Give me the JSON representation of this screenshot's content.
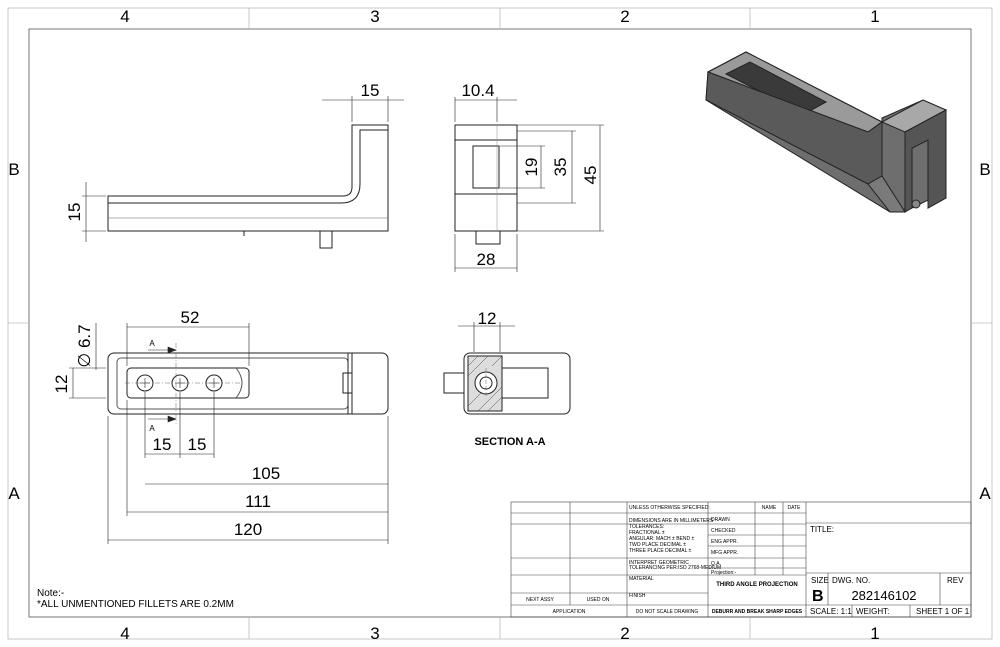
{
  "zones": {
    "columns": [
      "4",
      "3",
      "2",
      "1"
    ],
    "rows": [
      "B",
      "A"
    ]
  },
  "views": {
    "front": {
      "dim_top_width": "15",
      "dim_left_height": "15"
    },
    "side": {
      "dim_top_width": "10.4",
      "dim_inner_height": "19",
      "dim_mid_height": "35",
      "dim_total_height": "45",
      "dim_bottom_width": "28"
    },
    "top": {
      "dim_52": "52",
      "dim_diameter": "6.7",
      "diameter_symbol": "∅",
      "dim_12": "12",
      "dim_15a": "15",
      "dim_15b": "15",
      "dim_105": "105",
      "dim_111": "111",
      "dim_120": "120",
      "section_marker": "A"
    },
    "section": {
      "dim_top_width": "12",
      "label": "SECTION A-A"
    }
  },
  "note": {
    "line1": "Note:-",
    "line2": "*ALL UNMENTIONED FILLETS ARE 0.2MM"
  },
  "title_block": {
    "unless": "UNLESS OTHERWISE SPECIFIED:",
    "name": "NAME",
    "date": "DATE",
    "dimensions": "DIMENSIONS ARE IN MILLIMETERS",
    "tolerances": "TOLERANCES:",
    "fractional": "FRACTIONAL ±",
    "angular": "ANGULAR: MACH ±    BEND ±",
    "two_place": "TWO PLACE DECIMAL    ±",
    "three_place": "THREE PLACE DECIMAL  ±",
    "interpret": "INTERPRET GEOMETRIC",
    "tolerancing": "TOLERANCING PER:ISO 2768-MEDIUM",
    "material": "MATERIAL",
    "finish": "FINISH",
    "do_not_scale": "DO NOT SCALE DRAWING",
    "next_assy": "NEXT ASSY",
    "used_on": "USED ON",
    "application": "APPLICATION",
    "drawn": "DRAWN",
    "checked": "CHECKED",
    "eng_appr": "ENG APPR.",
    "mfg_appr": "MFG APPR.",
    "qa": "Q.A.",
    "projection": "Projection:-",
    "third_angle": "THIRD ANGLE PROJECTION",
    "deburr": "DEBURR AND BREAK SHARP EDGES",
    "title_label": "TITLE:",
    "size_label": "SIZE",
    "size_value": "B",
    "dwg_no_label": "DWG.  NO.",
    "dwg_no_value": "282146102",
    "rev_label": "REV",
    "scale": "SCALE: 1:1",
    "weight": "WEIGHT:",
    "sheet": "SHEET 1 OF 1"
  }
}
